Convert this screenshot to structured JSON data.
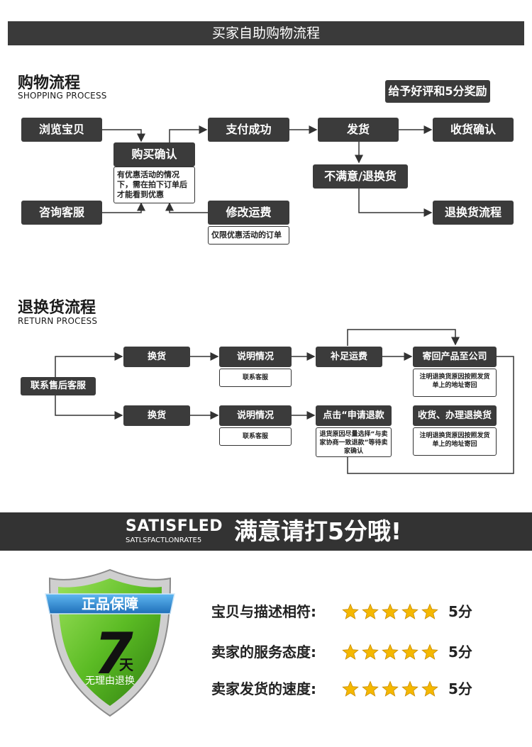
{
  "header": {
    "title": "买家自助购物流程"
  },
  "shopping": {
    "title": "购物流程",
    "subtitle": "SHOPPING PROCESS",
    "reward": "给予好评和5分奖励",
    "browse": "浏览宝贝",
    "consult": "咨询客服",
    "confirm": "购买确认",
    "confirm_note": "有优惠活动的情况下，需在拍下订单后才能看到优惠",
    "pay": "支付成功",
    "modify": "修改运费",
    "modify_note": "仅限优惠活动的订单",
    "ship": "发货",
    "unsatisfied": "不满意/退换货",
    "receive": "收货确认",
    "return_flow": "退换货流程"
  },
  "returns": {
    "title": "退换货流程",
    "subtitle": "RETURN PROCESS",
    "contact": "联系售后客服",
    "exchange1": "换货",
    "exchange2": "换货",
    "explain1": "说明情况",
    "explain2": "说明情况",
    "cs1": "联系客服",
    "cs2": "联系客服",
    "shipping_fee": "补足运费",
    "refund": "点击“申请退款",
    "refund_note": "退货原因尽量选择“与卖家协商一致退款”等待卖家确认",
    "send_back": "寄回产品至公司",
    "send_back_note": "注明退换货原因按照发货单上的地址寄回",
    "process_return": "收货、办理退换货",
    "process_note": "注明退换货原因按照发货单上的地址寄回"
  },
  "banner": {
    "en": "SATISFLED",
    "en_sub": "SATLSFACTLONRATE5",
    "zh": "满意请打5分哦!"
  },
  "badge": {
    "ribbon": "正品保障",
    "number": "7",
    "unit": "天",
    "caption": "无理由退换"
  },
  "ratings": [
    {
      "label": "宝贝与描述相符:",
      "stars": 5,
      "score": "5分"
    },
    {
      "label": "卖家的服务态度:",
      "stars": 5,
      "score": "5分"
    },
    {
      "label": "卖家发货的速度:",
      "stars": 5,
      "score": "5分"
    }
  ],
  "colors": {
    "box": "#3b3b3b",
    "banner": "#333333",
    "star": "#f5b800",
    "shield_green": "#6cc630",
    "ribbon_blue": "#2e8fd6"
  }
}
